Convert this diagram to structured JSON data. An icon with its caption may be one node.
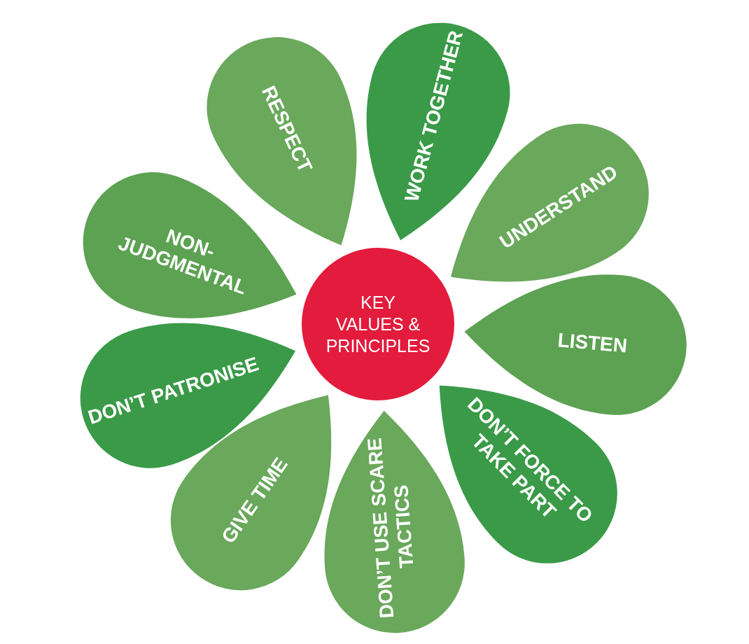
{
  "diagram": {
    "nodes": [
      {
        "text": [
          "KEY VALUES & PRINCIPLES"
        ]
      },
      {
        "text": [
          "RESPECT"
        ]
      },
      {
        "text": [
          "WORK TOGETHER"
        ]
      },
      {
        "text": [
          "UNDERSTAND"
        ]
      },
      {
        "text": [
          "LISTEN"
        ]
      },
      {
        "text": [
          "DON’T FORCE TO TAKE PART"
        ]
      },
      {
        "text": [
          "DON’T USE SCARE TACTICS"
        ]
      },
      {
        "text": [
          "GIVE TIME"
        ]
      },
      {
        "text": [
          "DON’T PATRONISE"
        ]
      },
      {
        "text": [
          "NON-JUDGMENTAL"
        ]
      }
    ]
  }
}
